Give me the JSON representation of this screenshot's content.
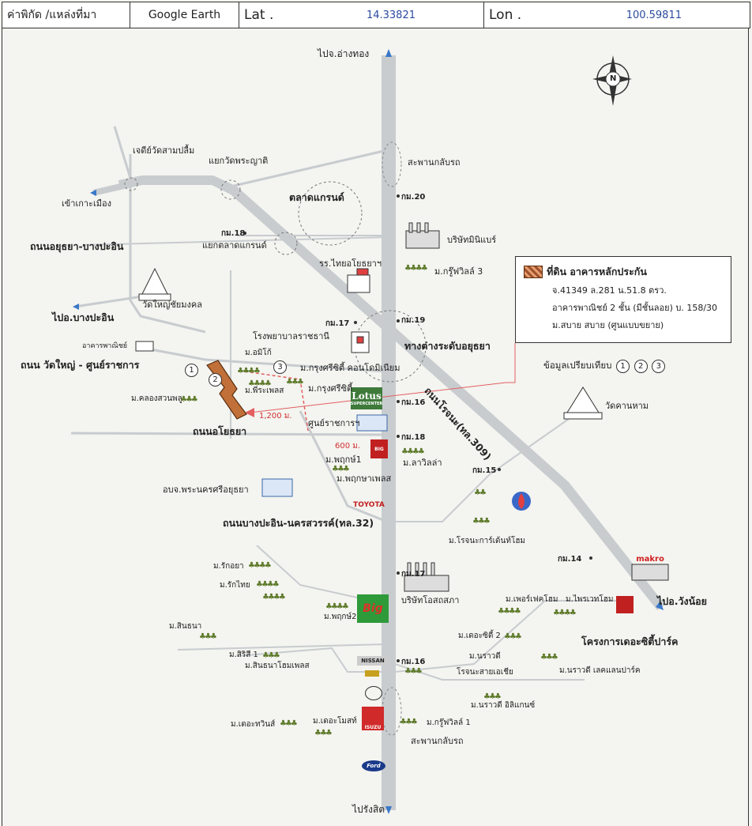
{
  "header": {
    "source_label": "ค่าพิกัด /แหล่งที่มา",
    "source_value": "Google Earth",
    "lat_label": "Lat .",
    "lat_value": "14.33821",
    "lon_label": "Lon .",
    "lon_value": "100.59811"
  },
  "legend": {
    "title": "ที่ดิน อาคารหลักประกัน",
    "line1": "จ.41349 ล.281 น.51.8 ตรว.",
    "line2": "อาคารพาณิชย์ 2 ชั้น (มีชั้นลอย)  บ. 158/30",
    "line3": "ม.สบาย สบาย (ศูนแบบขยาย)",
    "compare_label": "ข้อมูลเปรียบเทียบ",
    "compare_1": "1",
    "compare_2": "2",
    "compare_3": "3"
  },
  "labels": {
    "to_ang_thong": "ไปจ.อ่างทอง",
    "to_rangsit": "ไปรังสิต",
    "to_wang_noi": "ไปอ.วังน้อย",
    "to_bang_pa_in": "ไปอ.บางปะอิน",
    "to_ko_mueang": "เข้าเกาะเมือง",
    "chedi": "เจดีย์วัดสามปลื้ม",
    "yaek_wat_phraya": "แยกวัดพระญาติ",
    "talad_grand": "ตลาดแกรนด์",
    "yaek_talad_grand": "แยกตลาดแกรนด์",
    "overpass_top": "สะพานกลับรถ",
    "overpass_bottom": "สะพานกลับรถ",
    "ayutthaya_bangpain": "ถนนอยุธยา-บางปะอิน",
    "wat_yai_chaimongkol": "วัดใหญ่ชัยมงคล",
    "commercial_bldg": "อาคารพาณิชย์",
    "road_wat_yai": "ถนน วัดใหญ่ - ศูนย์ราชการ",
    "km18_top": "กม.18",
    "km20": "กม.20",
    "minebea": "บริษัทมินิแบร์",
    "thai_school": "รร.ไทยอโยธยาฯ",
    "krungfin_3": "ม.กรู๊ฟวิลล์ 3",
    "km17_left": "กม.17",
    "km19": "กม.19",
    "hospital": "โรงพยาบาลราชธานี",
    "interchange": "ทางต่างระดับอยุธยา",
    "m_amita": "ม.อมิโก้",
    "krungsri_condo": "ม.กรุงศรีซิตี้ คอนโดมิเนียม",
    "krungsri_city": "ม.กรุงศรีซิตี้",
    "m_pornplace": "ม.พีระเพลส",
    "khlong_suan_phlu": "ม.คลองสวนพลู",
    "dist_1200": "1,200 ม.",
    "lotus": "Lotus",
    "lotus_sub": "SUPERCENTER",
    "km16_top": "กม.16",
    "rojana_road": "ถนนโรจนะ(ทล.309)",
    "wat_kan_ham": "วัดคานหาม",
    "thanon_ayothaya": "ถนนอโยธยา",
    "government_center": "ศูนย์ราชการฯ",
    "dist_600": "600 ม.",
    "m_phrueksa1": "ม.พฤกษ์1",
    "km18_mid": "กม.18",
    "m_lavilla": "ม.ลาวิลล่า",
    "m_phrueksa_place": "ม.พฤกษาเพลส",
    "orbor_jor": "อบจ.พระนครศรีอยุธยา",
    "toyota": "TOYOTA",
    "km15": "กม.15",
    "bangpain_nakhonsawan": "ถนนบางปะอิน-นครสวรรค์(ทล.32)",
    "rojana_garden": "ม.โรจนะการ์เด้นท์โฮม",
    "km17_mid": "กม.17",
    "km14": "กม.14",
    "makro": "makro",
    "m_rakthai": "ม.รักไทย",
    "m_rakaya": "ม.รักอยา",
    "bigc": "Big",
    "m_phrueksa2": "ม.พฤกษ์2",
    "osotspa": "บริษัทโอสถสภา",
    "m_perfect_home": "ม.เพอร์เฟคโฮม",
    "m_prachakhom": "ม.ไพรเวทโฮม",
    "m_sinthana": "ม.สินธนา",
    "m_city2": "ม.เดอะซิตี้ 2",
    "the_city_park": "โครงการเดอะซิตี้ปาร์ค",
    "m_narawadee": "ม.นราวดี",
    "rojana_saiasia": "โรจนะสายเอเชีย",
    "m_narawadee_lake": "ม.นราวดี เลคแลนปาร์ค",
    "m_sirisi1": "ม.สิริสี 1",
    "m_sinthana_home": "ม.สินธนาโฮมเพลส",
    "nissan": "NISSAN",
    "km16_bottom": "กม.16",
    "m_narawadee_elegant": "ม.นราวดี อิลิแกนซ์",
    "m_the_twins": "ม.เดอะทวินส์",
    "m_the_most": "ม.เดอะโมสท์",
    "krungfin_1": "ม.กรู๊ฟวิลล์ 1",
    "isuzu": "ISUZU",
    "ford": "Ford",
    "north": "N"
  }
}
